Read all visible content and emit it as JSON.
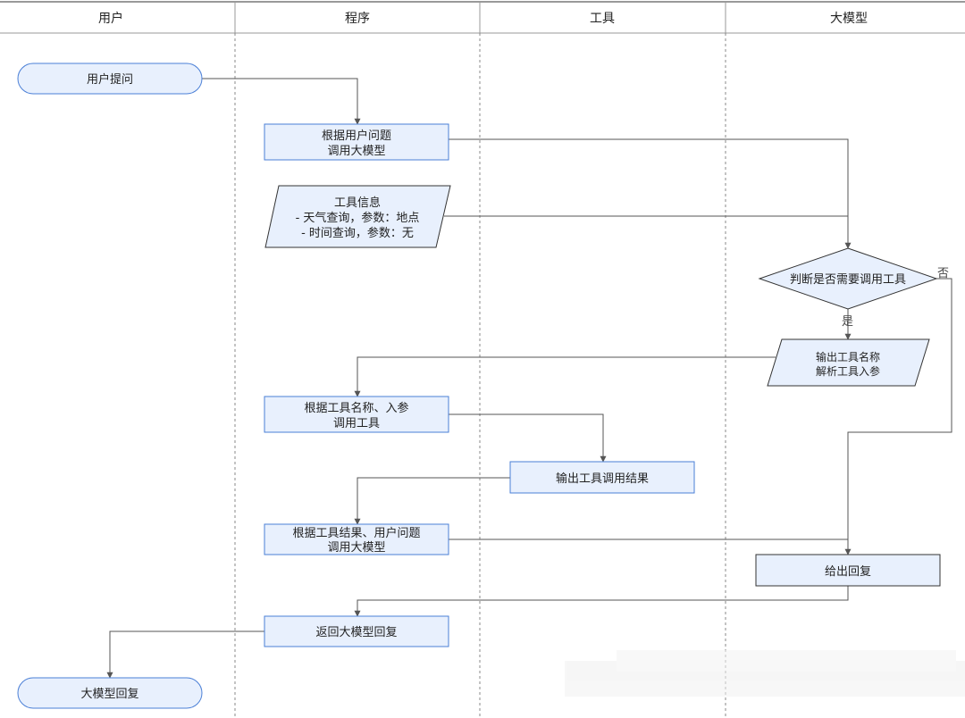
{
  "lanes": [
    "用户",
    "程序",
    "工具",
    "大模型"
  ],
  "nodes": {
    "user_ask": "用户提问",
    "call_llm_1": [
      "根据用户问题",
      "调用大模型"
    ],
    "tool_info": [
      "工具信息",
      "- 天气查询，参数：地点",
      "- 时间查询，参数：无"
    ],
    "decide": "判断是否需要调用工具",
    "output_tool": [
      "输出工具名称",
      "解析工具入参"
    ],
    "call_tool": [
      "根据工具名称、入参",
      "调用工具"
    ],
    "tool_result": "输出工具调用结果",
    "call_llm_2": [
      "根据工具结果、用户问题",
      "调用大模型"
    ],
    "reply": "给出回复",
    "return_reply": "返回大模型回复",
    "user_get": "大模型回复"
  },
  "branches": {
    "yes": "是",
    "no": "否"
  },
  "colors": {
    "lane_line": "#888888",
    "node_fill": "#e8f0fd",
    "node_stroke": "#4a7fd6",
    "dark_stroke": "#333333",
    "arrow": "#555555"
  }
}
